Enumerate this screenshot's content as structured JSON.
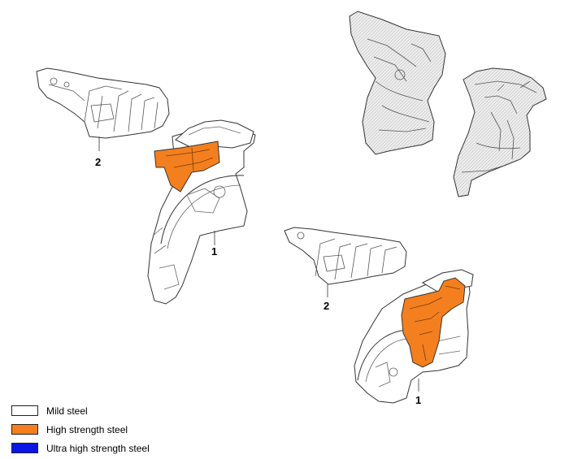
{
  "callouts": {
    "top_left_2": "2",
    "top_left_1": "1",
    "bottom_right_2": "2",
    "bottom_right_1": "1"
  },
  "legend": [
    {
      "label": "Mild steel",
      "color": "#ffffff"
    },
    {
      "label": "High strength steel",
      "color": "#f47f1f"
    },
    {
      "label": "Ultra high strength steel",
      "color": "#0a16e6"
    }
  ],
  "colors": {
    "outline": "#333333",
    "part_fill": "#ffffff",
    "grey_fill": "#e3e3e3",
    "high_strength": "#f47f1f"
  }
}
